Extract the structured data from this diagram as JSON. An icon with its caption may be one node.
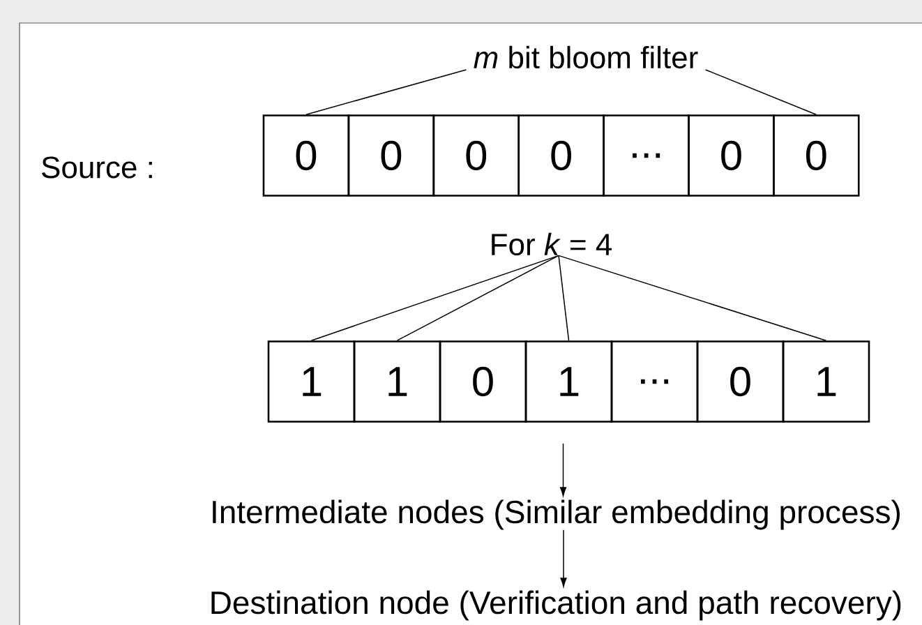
{
  "diagram": {
    "nodes": [
      {
        "text": [
          "*m* bit bloom filter"
        ]
      },
      {
        "text": [
          "0"
        ]
      },
      {
        "text": [
          "0"
        ]
      },
      {
        "text": [
          "0"
        ]
      },
      {
        "text": [
          "0"
        ]
      },
      {
        "text": [
          "..."
        ]
      },
      {
        "text": [
          "0"
        ]
      },
      {
        "text": [
          "0"
        ]
      },
      {
        "text": [
          "For *k* = 4"
        ]
      },
      {
        "text": [
          "1"
        ]
      },
      {
        "text": [
          "1"
        ]
      },
      {
        "text": [
          "0"
        ]
      },
      {
        "text": [
          "1"
        ]
      },
      {
        "text": [
          "..."
        ]
      },
      {
        "text": [
          "0"
        ]
      },
      {
        "text": [
          "1"
        ]
      },
      {
        "text": [
          "Intermediate nodes (Similar embedding process)"
        ]
      },
      {
        "text": [
          "Destination node (Verification and path recovery)"
        ]
      }
    ],
    "edges": [
      {
        "from": 0,
        "to": 1,
        "arrow": "none"
      },
      {
        "from": 0,
        "to": 7,
        "arrow": "none"
      },
      {
        "from": 8,
        "to": 9,
        "arrow": "none"
      },
      {
        "from": 8,
        "to": 10,
        "arrow": "none"
      },
      {
        "from": 8,
        "to": 12,
        "arrow": "none"
      },
      {
        "from": 8,
        "to": 15,
        "arrow": "none"
      },
      {
        "from": 12,
        "to": 16,
        "arrow": "to"
      },
      {
        "from": 16,
        "to": 17,
        "arrow": "to"
      }
    ],
    "labels": [
      "Source :"
    ]
  }
}
